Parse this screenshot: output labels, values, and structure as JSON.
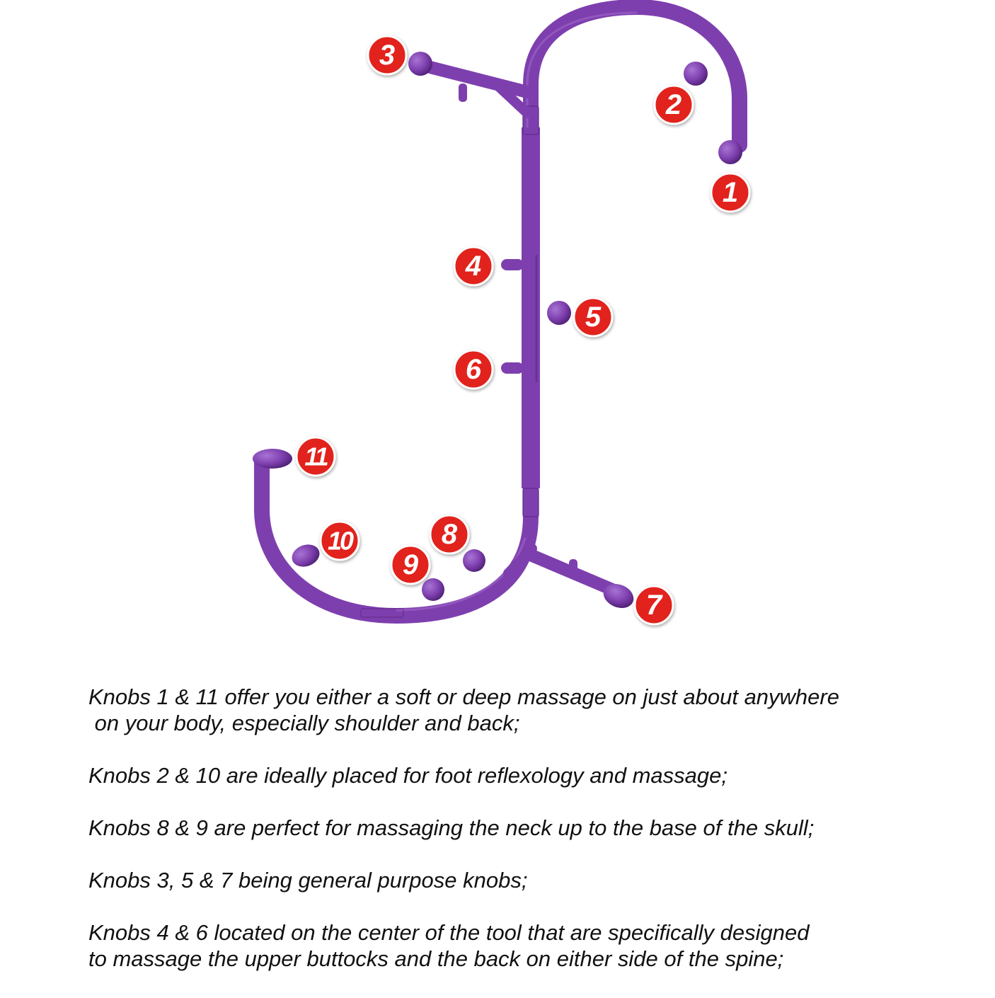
{
  "colors": {
    "tool": "#7e3fae",
    "tool_dark": "#5e2a88",
    "tool_light": "#9a62c6",
    "badge": "#e2231a",
    "badge_border": "#ffffff"
  },
  "badges": [
    "1",
    "2",
    "3",
    "4",
    "5",
    "6",
    "7",
    "8",
    "9",
    "10",
    "11"
  ],
  "descriptions": [
    "Knobs 1 & 11 offer you either a soft or deep massage on just about anywhere\n on your body, especially shoulder and back;",
    "Knobs 2 & 10 are ideally placed for foot reflexology and massage;",
    "Knobs 8 & 9 are perfect for massaging the neck up to the base of the skull;",
    "Knobs 3, 5 & 7 being general purpose knobs;",
    "Knobs 4 & 6 located on the center of the tool that are specifically designed\nto massage the upper buttocks and the back on either side of the spine;"
  ]
}
